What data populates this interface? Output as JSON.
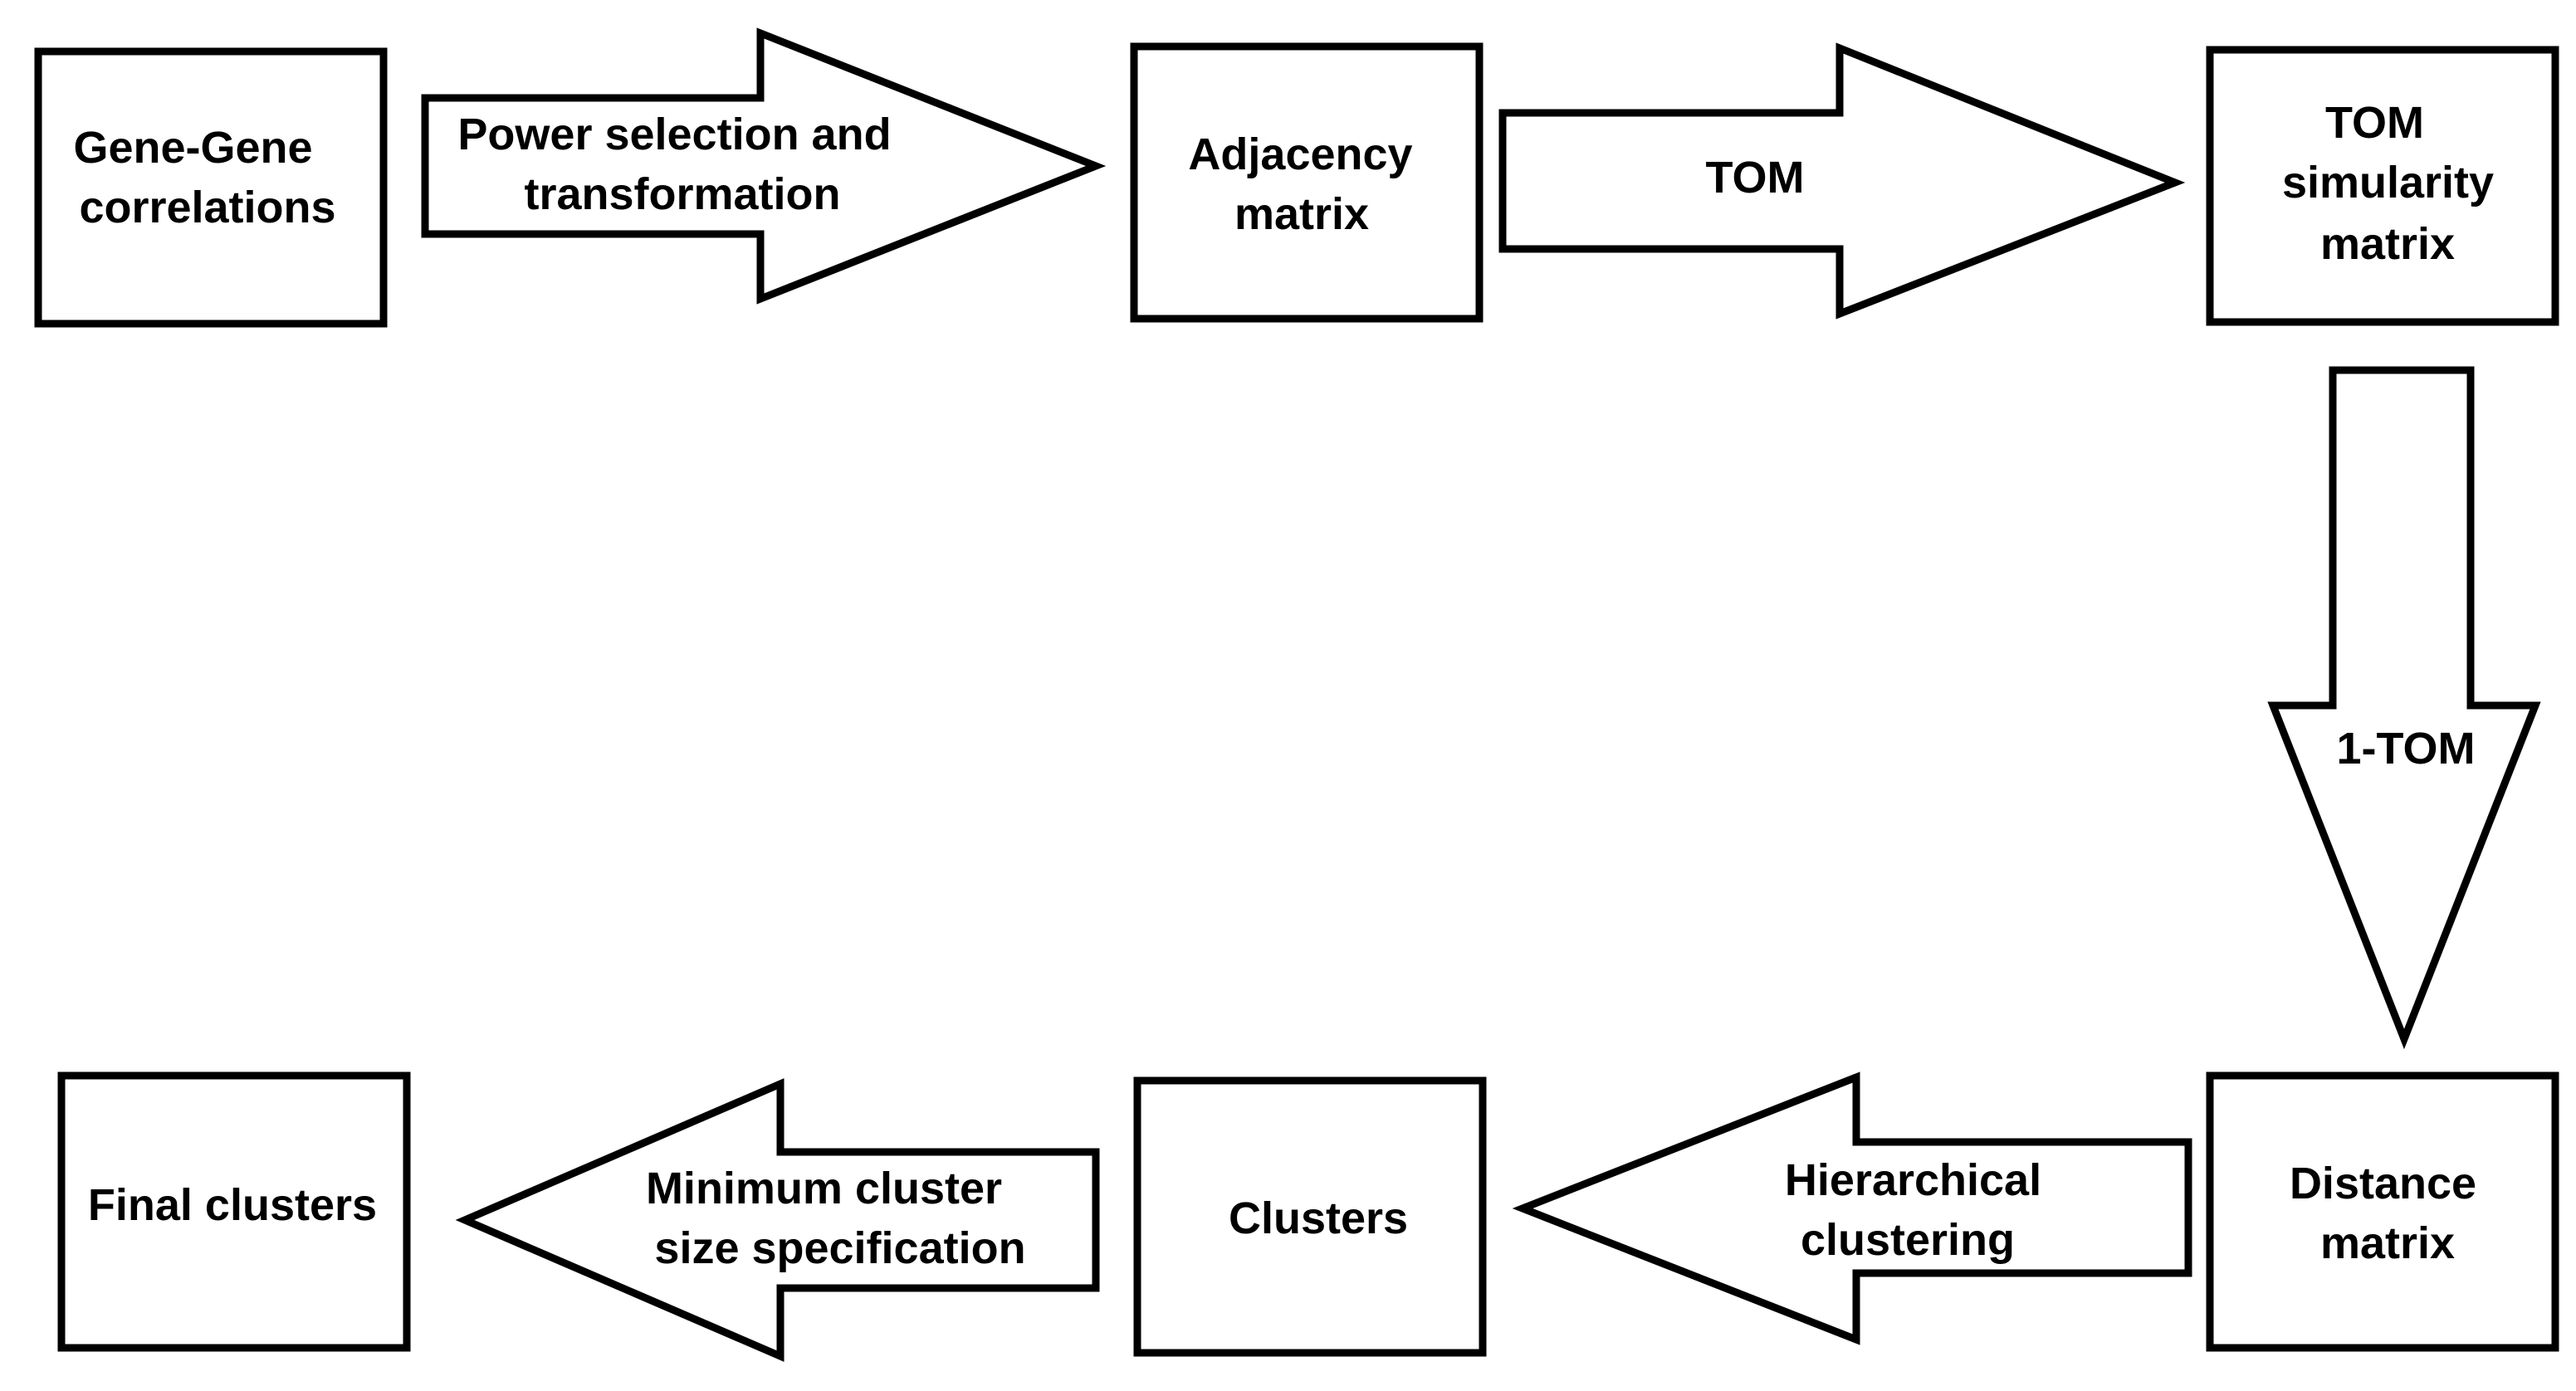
{
  "nodes": {
    "gene_gene_correlations": {
      "lines": [
        "Gene-Gene",
        "correlations"
      ]
    },
    "adjacency_matrix": {
      "lines": [
        "Adjacency",
        "matrix"
      ]
    },
    "tom_similarity_matrix": {
      "lines": [
        "TOM",
        "simularity",
        "matrix"
      ]
    },
    "distance_matrix": {
      "lines": [
        "Distance",
        "matrix"
      ]
    },
    "clusters": {
      "lines": [
        "Clusters"
      ]
    },
    "final_clusters": {
      "lines": [
        "Final clusters"
      ]
    }
  },
  "edges": {
    "power_selection": {
      "lines": [
        "Power selection and",
        "transformation"
      ]
    },
    "tom": {
      "lines": [
        "TOM"
      ]
    },
    "one_minus_tom": {
      "lines": [
        "1-TOM"
      ]
    },
    "hierarchical_clustering": {
      "lines": [
        "Hierarchical",
        "clustering"
      ]
    },
    "minimum_cluster_size": {
      "lines": [
        "Minimum cluster",
        "size specification"
      ]
    }
  }
}
